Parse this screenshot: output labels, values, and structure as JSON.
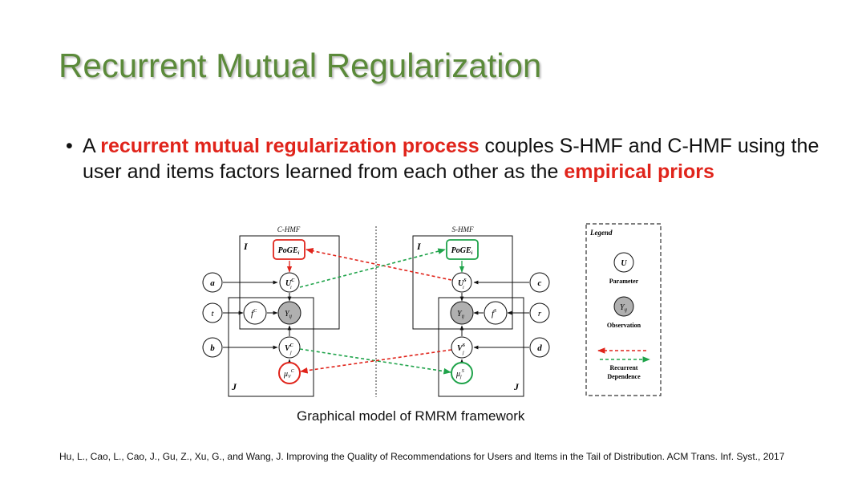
{
  "title": "Recurrent Mutual Regularization",
  "bullet": {
    "prefix": "A ",
    "highlight1": "recurrent mutual regularization process",
    "middle": " couples S-HMF and C-HMF using the user and items factors learned from each other as the ",
    "highlight2": "empirical priors"
  },
  "diagram": {
    "left_title": "C-HMF",
    "right_title": "S-HMF",
    "plate_i": "I",
    "plate_j": "J",
    "left_nodes": {
      "poge": "PoGE",
      "poge_sub": "i",
      "u": "U",
      "u_sup": "C",
      "u_sub": "i",
      "f": "f",
      "f_sup": "C",
      "y": "Y",
      "y_sub": "ij",
      "v": "V",
      "v_sup": "C",
      "v_sub": "j",
      "mu": "μ",
      "mu_sub": "V",
      "mu_sup": "C"
    },
    "right_nodes": {
      "poge": "PoGE",
      "poge_sub": "i",
      "u": "U",
      "u_sup": "S",
      "u_sub": "i",
      "f": "f",
      "f_sup": "S",
      "y": "Y",
      "y_sub": "ij",
      "v": "V",
      "v_sup": "S",
      "v_sub": "j",
      "mu": "μ",
      "mu_sub": "j",
      "mu_sup": "S"
    },
    "left_inputs": [
      "a",
      "t",
      "b"
    ],
    "right_inputs": [
      "c",
      "r",
      "d"
    ],
    "legend": {
      "title": "Legend",
      "param_symbol": "U",
      "param_label": "Parameter",
      "obs_symbol": "Y",
      "obs_sub": "ij",
      "obs_label": "Observation",
      "rec_label1": "Recurrent",
      "rec_label2": "Dependence"
    },
    "colors": {
      "red": "#e0241b",
      "green": "#1fa34a",
      "obs_fill": "#b0b0b0"
    }
  },
  "caption": "Graphical model of RMRM framework",
  "footer": "Hu, L., Cao, L., Cao, J., Gu, Z., Xu, G., and Wang, J. Improving the Quality of Recommendations for Users and Items in the Tail of Distribution. ACM Trans. Inf. Syst., 2017"
}
